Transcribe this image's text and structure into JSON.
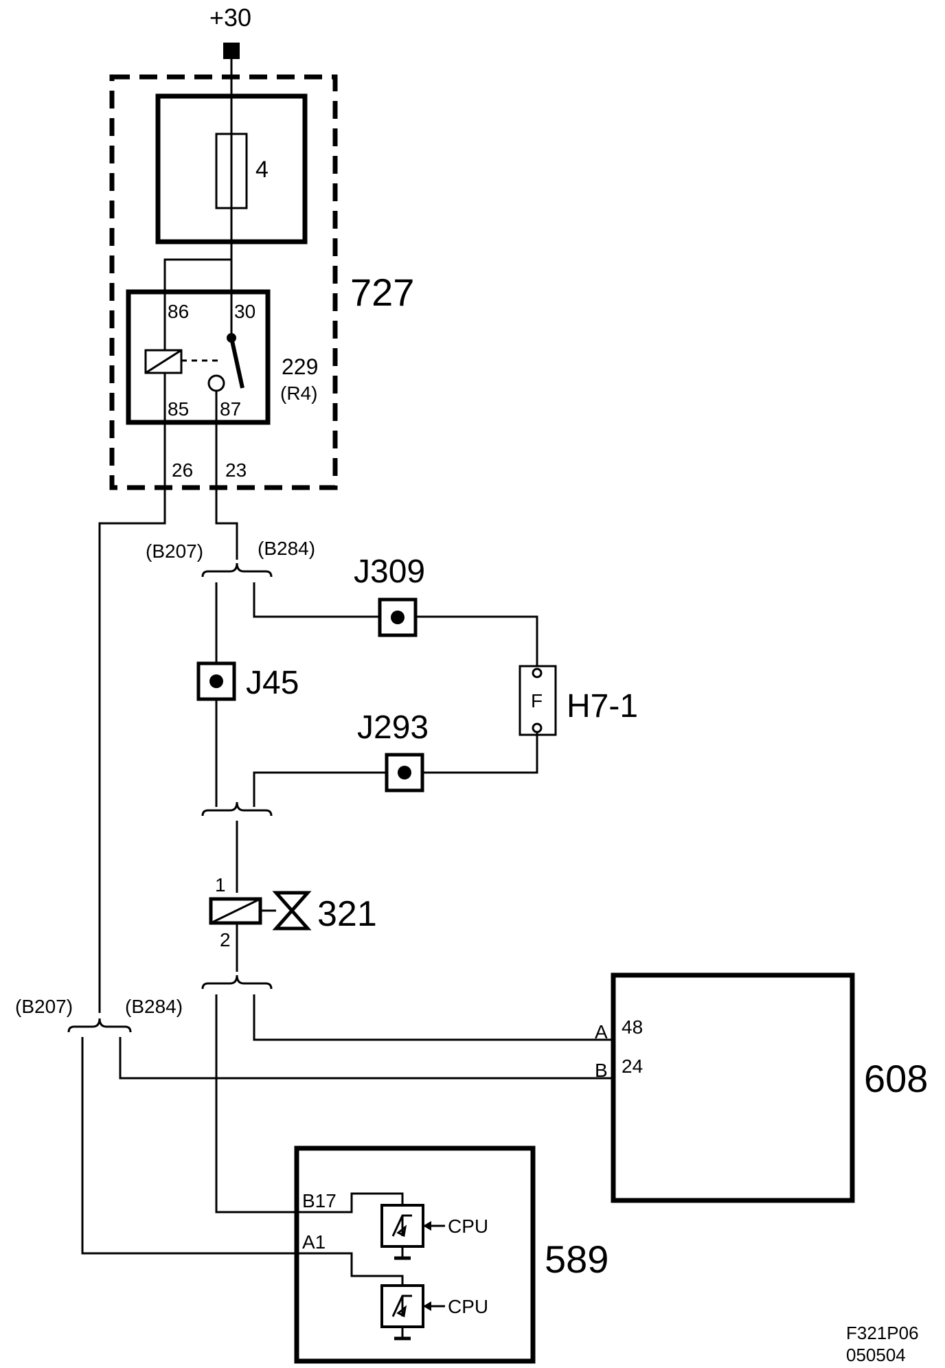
{
  "supply": {
    "label": "+30"
  },
  "fuse": {
    "label": "4"
  },
  "relay_module": {
    "label": "727",
    "pins_out": [
      "26",
      "23"
    ]
  },
  "relay": {
    "label": "229",
    "sublabel": "(R4)",
    "pins": {
      "p86": "86",
      "p30": "30",
      "p85": "85",
      "p87": "87"
    }
  },
  "connectors": {
    "b207_top": "(B207)",
    "b284_top": "(B284)",
    "b207_bottom": "(B207)",
    "b284_bottom": "(B284)"
  },
  "junctions": {
    "j309": "J309",
    "j45": "J45",
    "j293": "J293"
  },
  "fuse_h7": {
    "label": "H7-1",
    "symbol": "F"
  },
  "valve": {
    "label": "321",
    "pin1": "1",
    "pin2": "2"
  },
  "module_608": {
    "label": "608",
    "pin_a": "A",
    "pin_a_no": "48",
    "pin_b": "B",
    "pin_b_no": "24"
  },
  "module_589": {
    "label": "589",
    "pin_b17": "B17",
    "pin_a1": "A1",
    "cpu1": "CPU",
    "cpu2": "CPU"
  },
  "footer": {
    "code": "F321P06",
    "date": "050504"
  }
}
